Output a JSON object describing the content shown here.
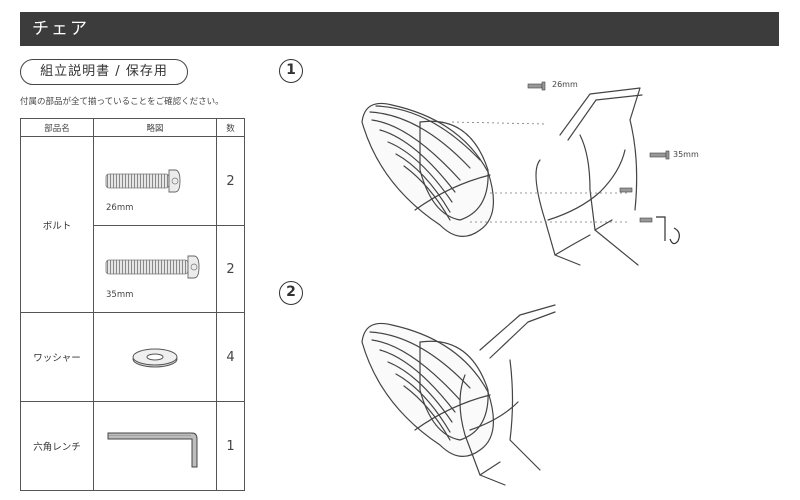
{
  "header": {
    "title": "チェア"
  },
  "subtitle": "組立説明書 / 保存用",
  "note": "付属の部品が全て揃っていることをご確認ください。",
  "table": {
    "headers": {
      "name": "部品名",
      "sketch": "略図",
      "qty": "数"
    },
    "bolt": {
      "name": "ボルト",
      "short_length": "26mm",
      "short_qty": "2",
      "long_length": "35mm",
      "long_qty": "2"
    },
    "washer": {
      "name": "ワッシャー",
      "qty": "4"
    },
    "wrench": {
      "name": "六角レンチ",
      "qty": "1"
    }
  },
  "steps": [
    {
      "number": "1",
      "bolt_short_label": "26mm",
      "bolt_long_label": "35mm"
    },
    {
      "number": "2"
    }
  ]
}
